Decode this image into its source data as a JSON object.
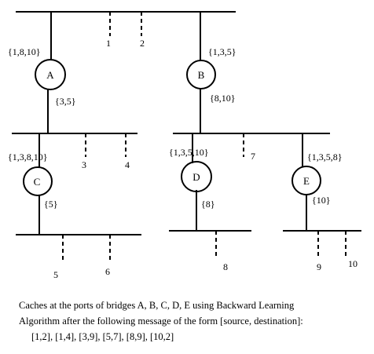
{
  "bridges": [
    {
      "id": "A",
      "label": "A",
      "cache_top": "{1,8,10}",
      "cache_bottom": "{3,5}"
    },
    {
      "id": "B",
      "label": "B",
      "cache_top": "{1,3,5}",
      "cache_bottom": "{8,10}"
    },
    {
      "id": "C",
      "label": "C",
      "cache_top": "{1,3,8,10}",
      "cache_bottom": "{5}"
    },
    {
      "id": "D",
      "label": "D",
      "cache_top": "{1,3,5,10}",
      "cache_bottom": "{8}"
    },
    {
      "id": "E",
      "label": "E",
      "cache_top": "{1,3,5,8}",
      "cache_bottom": "{10}"
    }
  ],
  "hosts": [
    "1",
    "2",
    "3",
    "4",
    "5",
    "6",
    "7",
    "8",
    "9",
    "10"
  ],
  "caption": {
    "line1": "Caches at the ports of bridges A, B, C, D, E using Backward Learning",
    "line2": "Algorithm after the following message of the form [source, destination]:",
    "line3": "[1,2], [1,4], [3,9], [5,7], [8,9], [10,2]"
  }
}
